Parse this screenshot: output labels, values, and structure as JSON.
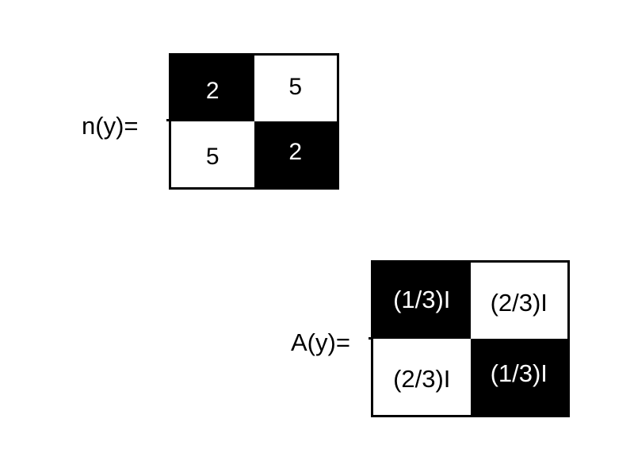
{
  "n_equation": {
    "label": "n(y)=",
    "cells": [
      [
        {
          "text": "2",
          "shade": "dark"
        },
        {
          "text": "5",
          "shade": "light"
        }
      ],
      [
        {
          "text": "5",
          "shade": "light"
        },
        {
          "text": "2",
          "shade": "dark"
        }
      ]
    ]
  },
  "a_equation": {
    "label": "A(y)=",
    "cells": [
      [
        {
          "text": "(1/3)I",
          "shade": "dark"
        },
        {
          "text": "(2/3)I",
          "shade": "light"
        }
      ],
      [
        {
          "text": "(2/3)I",
          "shade": "light"
        },
        {
          "text": "(1/3)I",
          "shade": "dark"
        }
      ]
    ]
  },
  "colors": {
    "dark": "#000000",
    "light": "#ffffff"
  }
}
